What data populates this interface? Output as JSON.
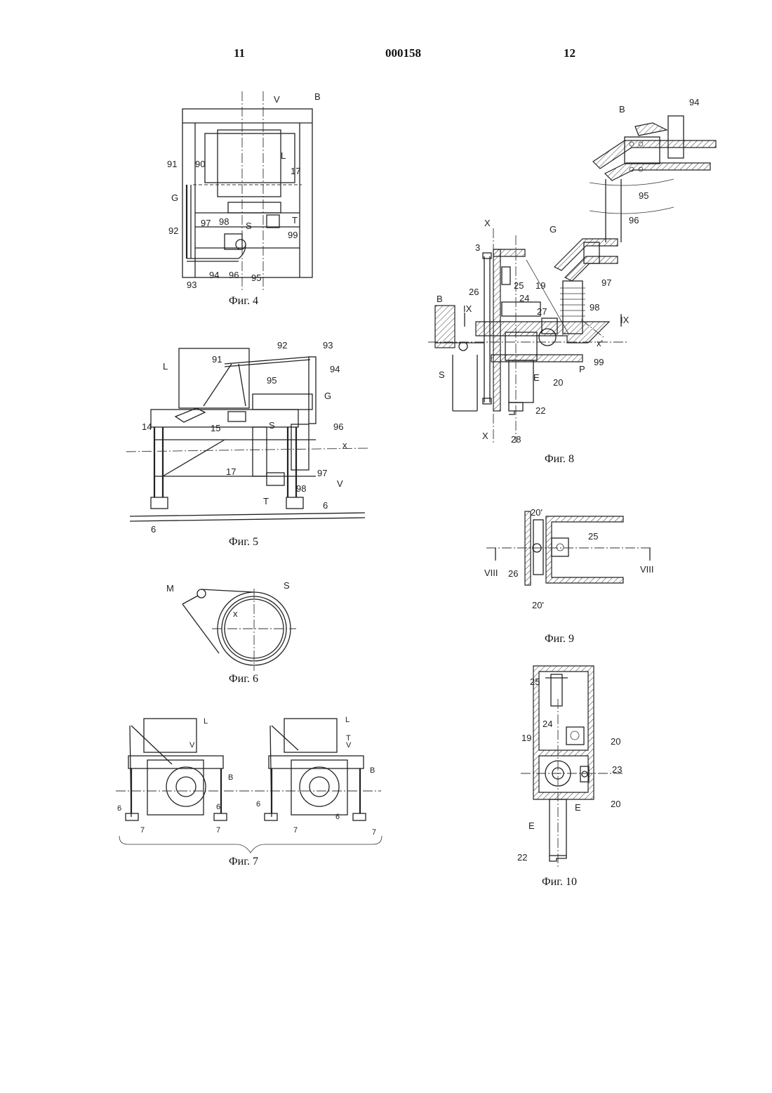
{
  "header": {
    "page_left": "11",
    "doc_number": "000158",
    "page_right": "12"
  },
  "figures": {
    "fig4": {
      "caption": "Фиг. 4",
      "labels": [
        "V",
        "B",
        "91",
        "90",
        "L",
        "17",
        "G",
        "92",
        "97",
        "98",
        "S",
        "T",
        "99",
        "93",
        "94",
        "96",
        "95"
      ]
    },
    "fig5": {
      "caption": "Фиг. 5",
      "labels": [
        "L",
        "91",
        "92",
        "93",
        "94",
        "95",
        "G",
        "S",
        "96",
        "14",
        "15",
        "x",
        "17",
        "97",
        "V",
        "98",
        "T",
        "6",
        "6"
      ]
    },
    "fig6": {
      "caption": "Фиг. 6",
      "labels": [
        "M",
        "S",
        "x"
      ]
    },
    "fig7": {
      "caption": "Фиг. 7",
      "labels": [
        "L",
        "V",
        "B",
        "6",
        "6",
        "7",
        "7",
        "L",
        "T",
        "V",
        "B",
        "6",
        "6",
        "7",
        "7"
      ]
    },
    "fig8": {
      "caption": "Фиг. 8",
      "labels": [
        "B",
        "94",
        "95",
        "G",
        "96",
        "X",
        "3",
        "97",
        "25",
        "19",
        "98",
        "B",
        "26",
        "24",
        "27",
        "IX",
        "IX",
        "x'",
        "99",
        "P",
        "S",
        "E",
        "20",
        "22",
        "X",
        "28"
      ]
    },
    "fig9": {
      "caption": "Фиг. 9",
      "labels": [
        "20'",
        "25",
        "VIII",
        "26",
        "VIII",
        "20'"
      ]
    },
    "fig10": {
      "caption": "Фиг. 10",
      "labels": [
        "25",
        "24",
        "19",
        "20",
        "23",
        "20",
        "E",
        "E",
        "22"
      ]
    }
  }
}
